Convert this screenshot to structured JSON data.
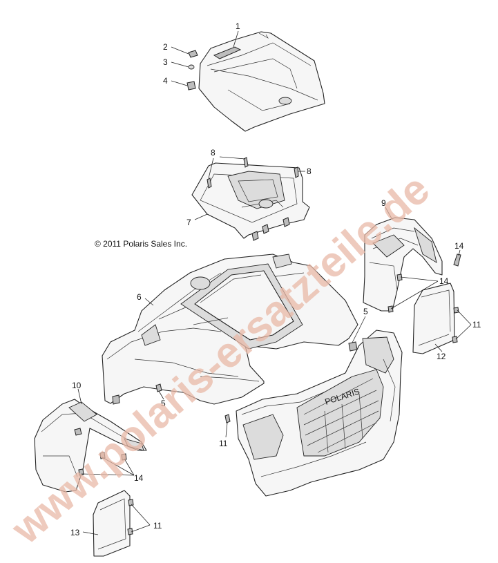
{
  "copyright": "© 2011 Polaris Sales Inc.",
  "watermark": "www.polaris-ersatzteile.de",
  "grille_logo": "POLARIS",
  "callouts": {
    "c1": "1",
    "c2": "2",
    "c3": "3",
    "c4": "4",
    "c5a": "5",
    "c5b": "5",
    "c6": "6",
    "c7": "7",
    "c8a": "8",
    "c8b": "8",
    "c9": "9",
    "c10": "10",
    "c11a": "11",
    "c11b": "11",
    "c11c": "11",
    "c12": "12",
    "c13": "13",
    "c14a": "14",
    "c14b": "14",
    "c14c": "14"
  }
}
